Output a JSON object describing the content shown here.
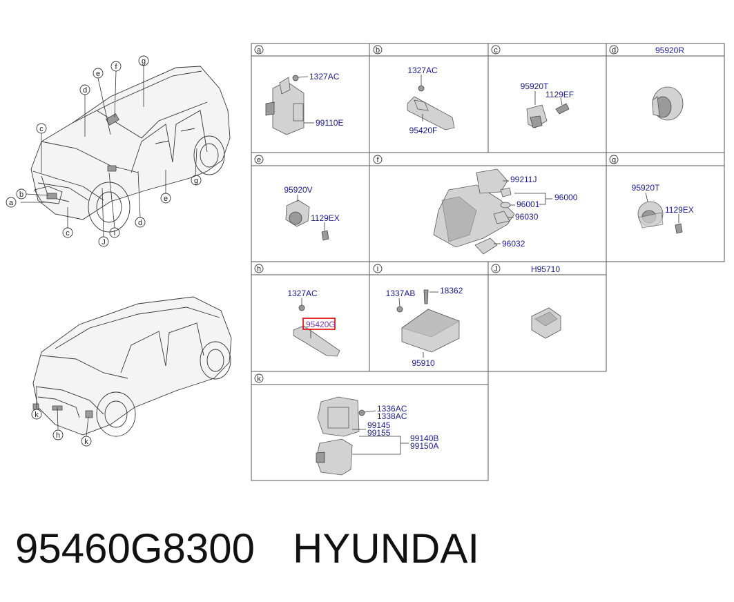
{
  "footer": {
    "part_number": "95460G8300",
    "brand": "HYUNDAI"
  },
  "cells": {
    "a": {
      "letter": "a",
      "parts": [
        "1327AC",
        "99110E"
      ]
    },
    "b": {
      "letter": "b",
      "parts": [
        "1327AC",
        "95420F"
      ]
    },
    "c": {
      "letter": "c",
      "parts": [
        "95920T",
        "1129EF"
      ]
    },
    "d": {
      "letter": "d",
      "header_part": "95920R"
    },
    "e": {
      "letter": "e",
      "parts": [
        "95920V",
        "1129EX"
      ]
    },
    "f": {
      "letter": "f",
      "parts": [
        "99211J",
        "96000",
        "96001",
        "96030",
        "96032"
      ]
    },
    "g": {
      "letter": "g",
      "parts": [
        "95920T",
        "1129EX"
      ]
    },
    "h": {
      "letter": "h",
      "parts": [
        "1327AC",
        "95420G"
      ]
    },
    "i": {
      "letter": "i",
      "parts": [
        "1337AB",
        "18362",
        "95910"
      ]
    },
    "j": {
      "letter": "J",
      "header_part": "H95710"
    },
    "k": {
      "letter": "k",
      "parts": [
        "1336AC",
        "1338AC",
        "99145",
        "99155",
        "99140B",
        "99150A"
      ]
    }
  },
  "callouts": {
    "top_car": [
      "a",
      "b",
      "c",
      "c",
      "d",
      "d",
      "e",
      "e",
      "f",
      "g",
      "g",
      "J",
      "i"
    ],
    "bottom_car": [
      "k",
      "h",
      "k"
    ]
  },
  "colors": {
    "part_number_text": "#1a1a8c",
    "highlight_box": "#e00000"
  }
}
